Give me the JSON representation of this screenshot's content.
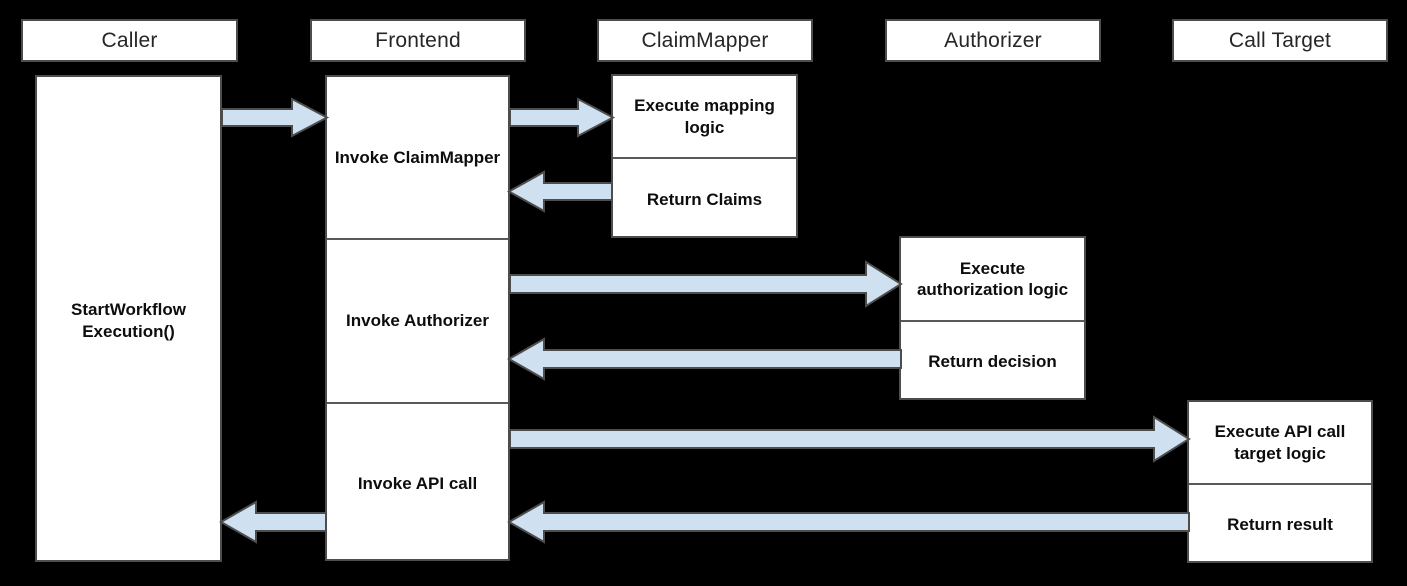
{
  "diagram": {
    "type": "sequence-diagram",
    "background_color": "#000000",
    "arrow_fill_color": "#cfe0f1",
    "arrow_stroke_color": "#4d4d4d",
    "box_fill_color": "#ffffff",
    "box_stroke_color": "#4d4d4d",
    "text_color": "#0d0d0d"
  },
  "lifelines": [
    {
      "id": "caller",
      "label": "Caller"
    },
    {
      "id": "frontend",
      "label": "Frontend"
    },
    {
      "id": "claimmapper",
      "label": "ClaimMapper"
    },
    {
      "id": "authorizer",
      "label": "Authorizer"
    },
    {
      "id": "calltarget",
      "label": "Call Target"
    }
  ],
  "activations": {
    "caller": [
      {
        "label": "StartWorkflow Execution()"
      }
    ],
    "frontend": [
      {
        "label": "Invoke ClaimMapper"
      },
      {
        "label": "Invoke Authorizer"
      },
      {
        "label": "Invoke API call"
      }
    ],
    "claimmapper": [
      {
        "label": "Execute mapping logic"
      },
      {
        "label": "Return Claims"
      }
    ],
    "authorizer": [
      {
        "label": "Execute authorization logic"
      },
      {
        "label": "Return decision"
      }
    ],
    "calltarget": [
      {
        "label": "Execute API call target logic"
      },
      {
        "label": "Return result"
      }
    ]
  },
  "messages": [
    {
      "id": "msg-start-workflow",
      "from": "caller",
      "to": "frontend",
      "direction": "right",
      "label": ""
    },
    {
      "id": "msg-invoke-mapper",
      "from": "frontend",
      "to": "claimmapper",
      "direction": "right",
      "label": ""
    },
    {
      "id": "msg-return-claims",
      "from": "claimmapper",
      "to": "frontend",
      "direction": "left",
      "label": ""
    },
    {
      "id": "msg-invoke-authorizer",
      "from": "frontend",
      "to": "authorizer",
      "direction": "right",
      "label": ""
    },
    {
      "id": "msg-return-decision",
      "from": "authorizer",
      "to": "frontend",
      "direction": "left",
      "label": ""
    },
    {
      "id": "msg-invoke-api-call",
      "from": "frontend",
      "to": "calltarget",
      "direction": "right",
      "label": ""
    },
    {
      "id": "msg-return-result",
      "from": "calltarget",
      "to": "frontend",
      "direction": "left",
      "label": ""
    },
    {
      "id": "msg-return-caller",
      "from": "frontend",
      "to": "caller",
      "direction": "left",
      "label": ""
    }
  ]
}
